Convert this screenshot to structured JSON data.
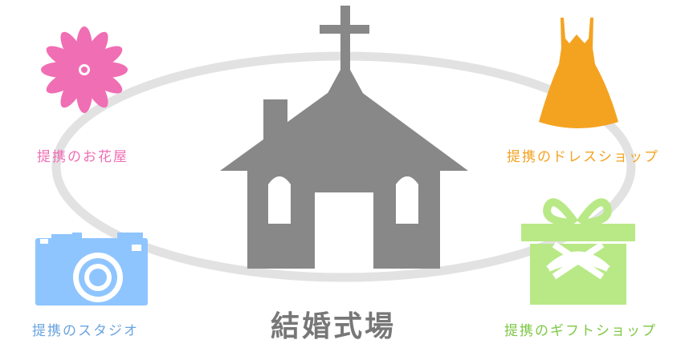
{
  "center": {
    "label": "結婚式場",
    "color": "#777777",
    "icon": "church-icon"
  },
  "partners": [
    {
      "label": "提携のお花屋",
      "color": "#f06eb4",
      "icon": "flower-icon"
    },
    {
      "label": "提携のドレスショップ",
      "color": "#f4a321",
      "icon": "dress-icon"
    },
    {
      "label": "提携のスタジオ",
      "color": "#6aa4e0",
      "icon": "camera-icon"
    },
    {
      "label": "提携のギフトショップ",
      "color": "#7ec844",
      "icon": "gift-icon"
    }
  ],
  "colors": {
    "ring": "#e0e0e0",
    "church": "#888888",
    "flower": "#f06eb4",
    "dress": "#f4a321",
    "camera": "#8ec5ff",
    "gift": "#b8e986"
  }
}
